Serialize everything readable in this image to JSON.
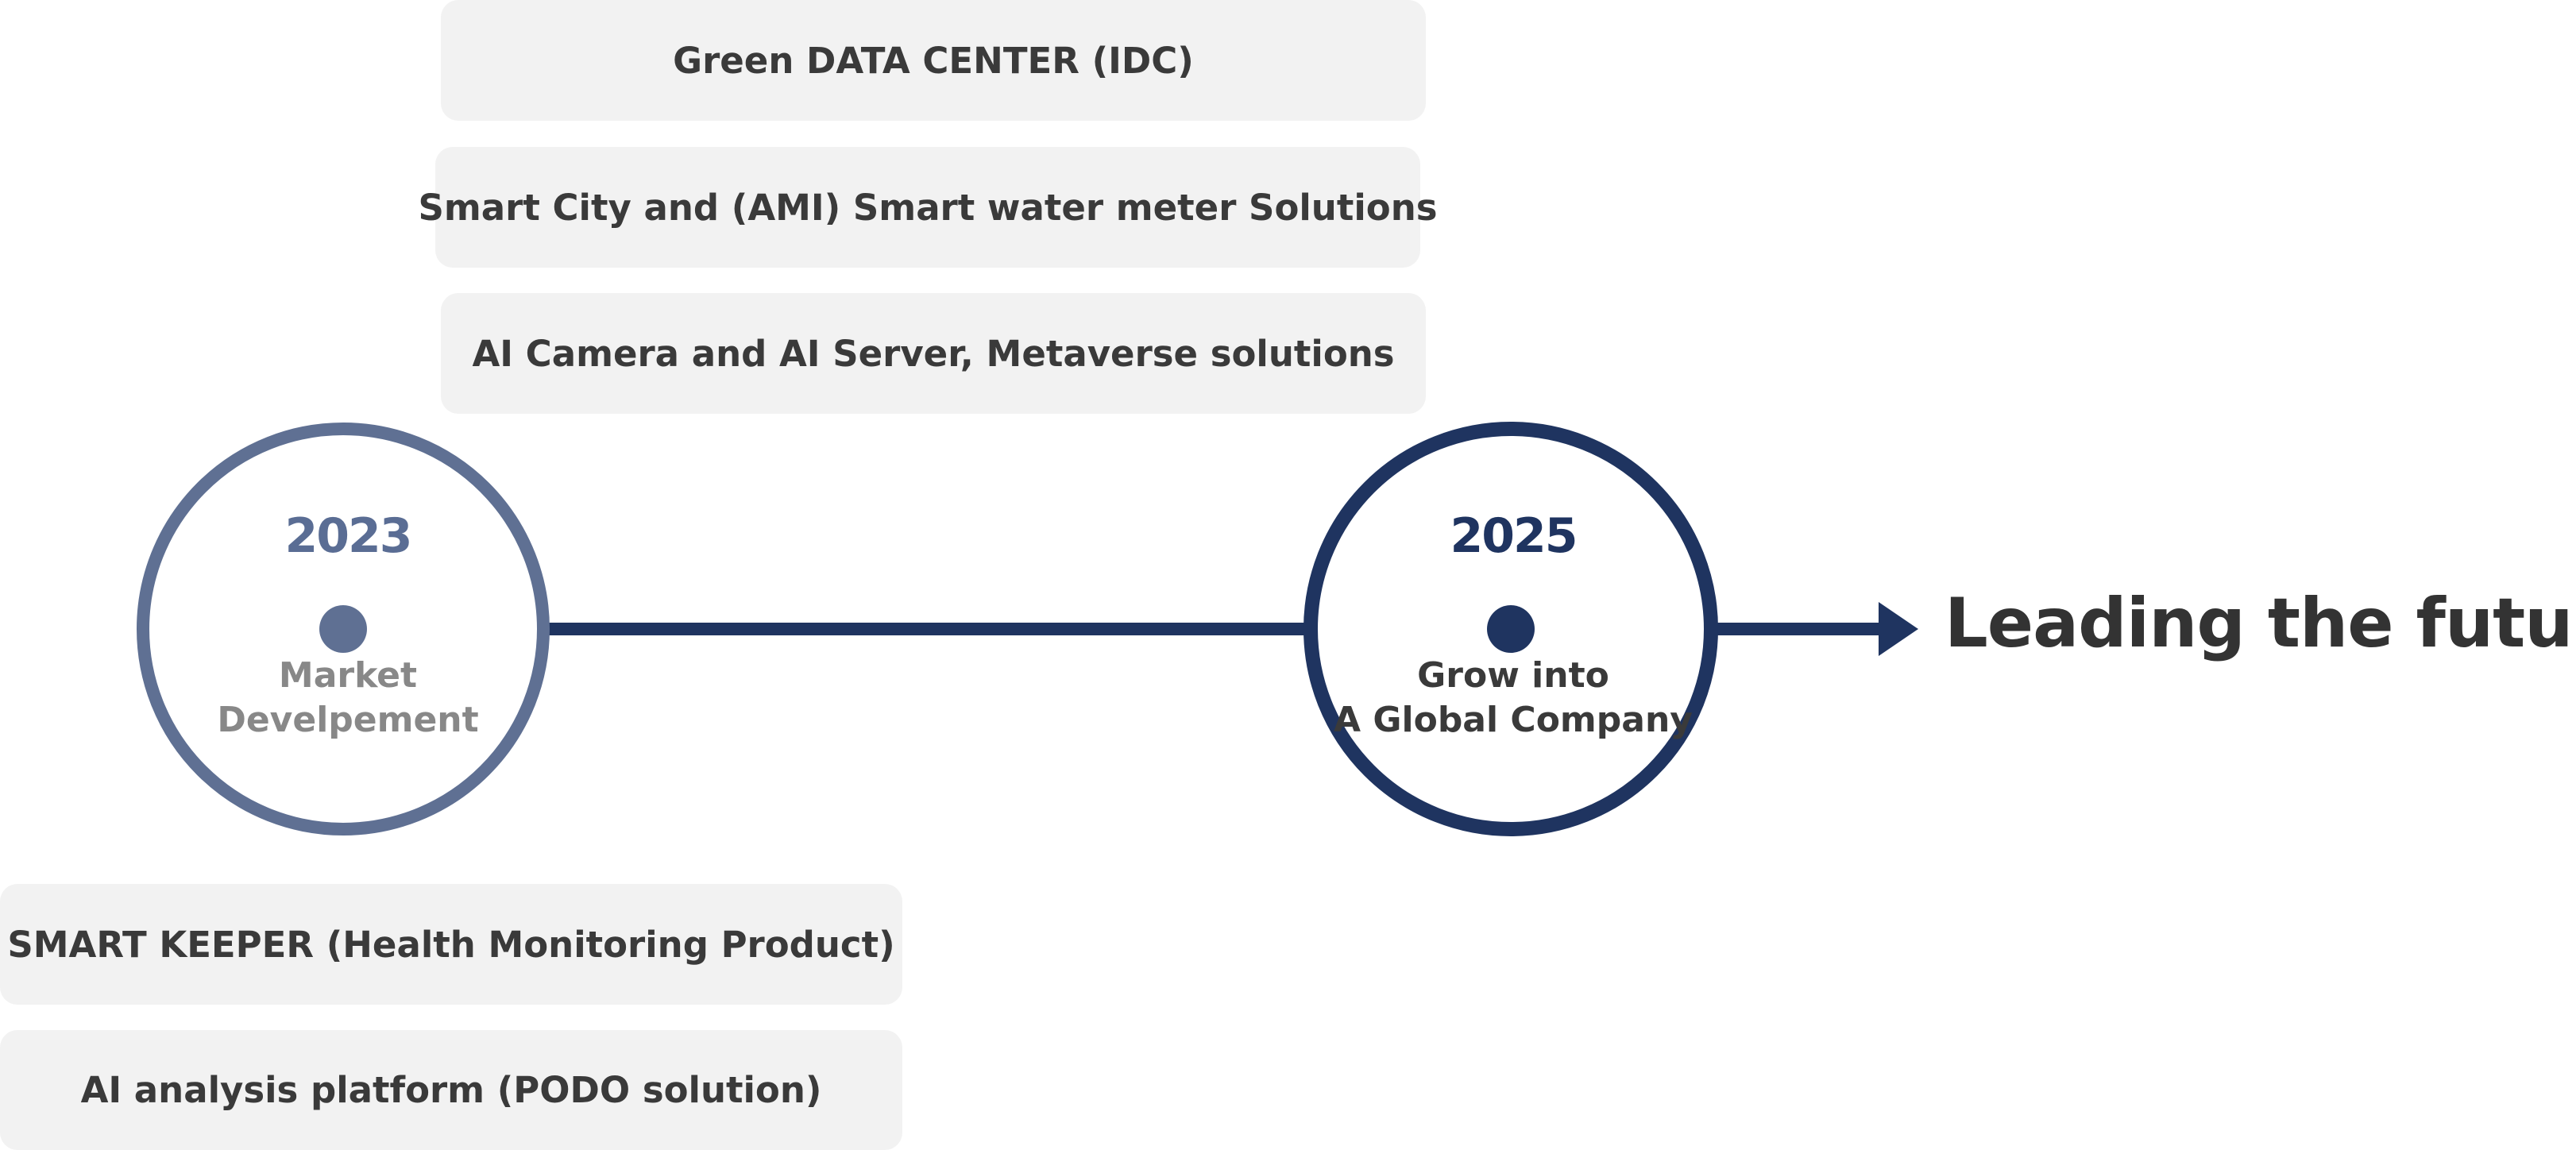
{
  "top_items": [
    "Green DATA CENTER (IDC)",
    "Smart City and (AMI) Smart water meter Solutions",
    "AI Camera and AI Server, Metaverse solutions"
  ],
  "bottom_items": [
    "SMART KEEPER (Health Monitoring Product)",
    "AI analysis platform (PODO solution)"
  ],
  "milestone_left": {
    "year": "2023",
    "caption_line1": "Market",
    "caption_line2": "Develpement"
  },
  "milestone_right": {
    "year": "2025",
    "caption_line1": "Grow into",
    "caption_line2": "A Global Company"
  },
  "goal_text": "Leading the future",
  "colors": {
    "left_ring": "#5f7093",
    "right_ring": "#1f3460",
    "box_bg": "#f2f2f2"
  }
}
